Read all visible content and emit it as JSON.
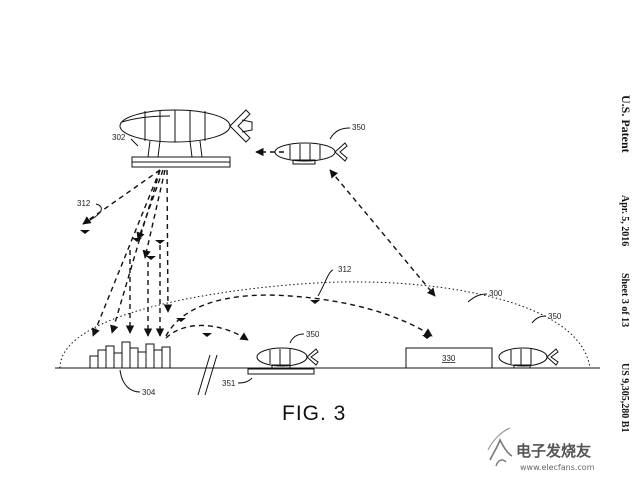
{
  "figure": {
    "caption": "FIG. 3"
  },
  "labels": {
    "airship_main": "302",
    "small_airship_top": "350",
    "uav_left": "312",
    "uav_mid": "312",
    "dome": "300",
    "small_airship_mid": "350",
    "small_airship_right": "350",
    "buildings": "304",
    "pad": "351",
    "facility": "330"
  },
  "side_text": {
    "patent": "U.S. Patent",
    "date": "Apr. 5, 2016",
    "sheet": "Sheet 3 of 13",
    "number": "US 9,305,280 B1"
  },
  "watermark": {
    "cn": "电子发烧友",
    "url": "www.elecfans.com",
    "icon": "signal-wave-icon"
  }
}
